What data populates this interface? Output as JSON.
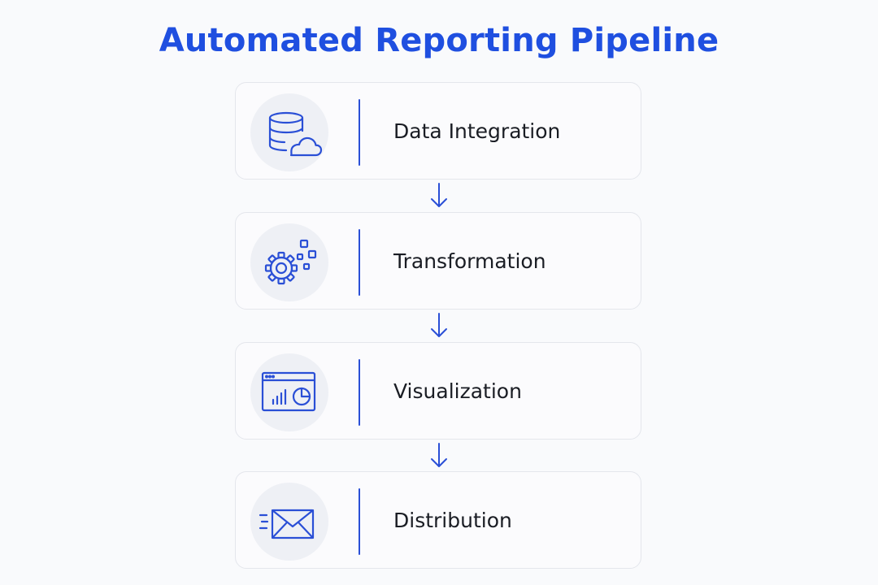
{
  "title": "Automated Reporting Pipeline",
  "colors": {
    "accent": "#2a4fd6",
    "title": "#1f4fe0",
    "text": "#1a1d24",
    "card_border": "#e4e6ec",
    "icon_bg": "#eef0f5"
  },
  "steps": [
    {
      "label": "Data Integration",
      "icon": "database-cloud-icon"
    },
    {
      "label": "Transformation",
      "icon": "gear-nodes-icon"
    },
    {
      "label": "Visualization",
      "icon": "dashboard-chart-icon"
    },
    {
      "label": "Distribution",
      "icon": "email-send-icon"
    }
  ]
}
